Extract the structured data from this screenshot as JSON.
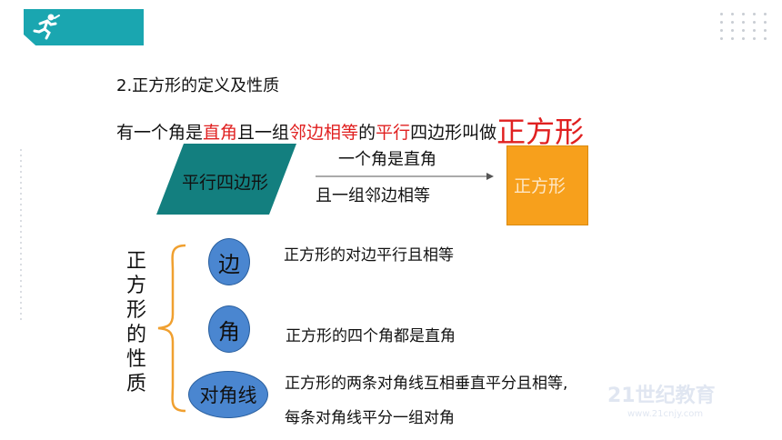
{
  "header": {
    "icon": "running-person-icon",
    "accent_color": "#1aa6b0"
  },
  "section": {
    "title": "2.正方形的定义及性质"
  },
  "definition": {
    "part1": "有一个角是",
    "hl1": "直角",
    "part2": "且一组",
    "hl2": "邻边相等",
    "part3": "的",
    "hl3": "平行",
    "part4": "四边形叫做",
    "hl4": "正方形",
    "highlight_color": "#e02020"
  },
  "diagram": {
    "parallelogram_label": "平行四边形",
    "condition1": "一个角是直角",
    "condition2": "且一组邻边相等",
    "result_label": "正方形"
  },
  "properties": {
    "title_chars": [
      "正",
      "方",
      "形",
      "的",
      "性",
      "质"
    ],
    "items": [
      {
        "tag": "边",
        "text": "正方形的对边平行且相等"
      },
      {
        "tag": "角",
        "text": "正方形的四个角都是直角"
      },
      {
        "tag": "对角线",
        "text": "正方形的两条对角线互相垂直平分且相等,",
        "text2": "每条对角线平分一组对角"
      }
    ]
  },
  "watermark": {
    "brand": "21世纪教育",
    "url": "www.21cnjy.com"
  }
}
